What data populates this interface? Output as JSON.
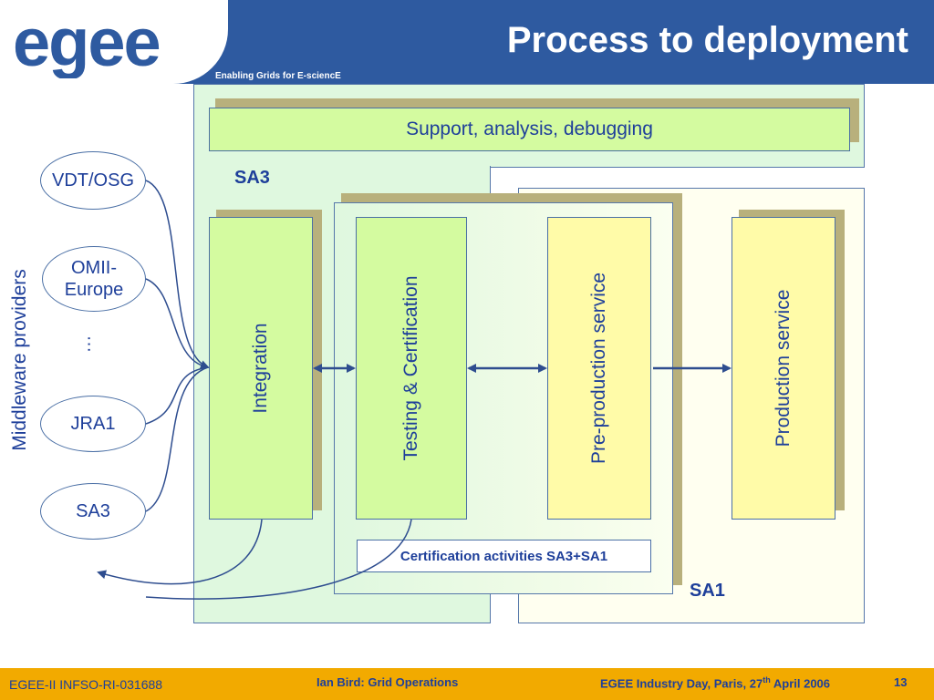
{
  "header": {
    "title": "Process to deployment",
    "tagline": "Enabling Grids for E-sciencE",
    "logo_text": "egee"
  },
  "diagram": {
    "support_box": "Support, analysis, debugging",
    "region_labels": {
      "sa3": "SA3",
      "sa1": "SA1"
    },
    "side_label": "Middleware providers",
    "providers": [
      "VDT/OSG",
      "OMII-Europe",
      "…",
      "JRA1",
      "SA3"
    ],
    "stages": [
      "Integration",
      "Testing & Certification",
      "Pre-production service",
      "Production service"
    ],
    "cert_activities": "Certification activities SA3+SA1"
  },
  "footer": {
    "left": "EGEE-II INFSO-RI-031688",
    "center": "Ian Bird: Grid Operations",
    "right_prefix": "EGEE Industry Day, Paris, 27",
    "right_sup": "th",
    "right_suffix": " April 2006",
    "page": "13"
  },
  "colors": {
    "header_blue": "#2e5aa0",
    "footer_orange": "#f2aa00",
    "panel_green": "#d4fba0",
    "panel_yellow": "#fffba8",
    "text_blue": "#1e3f9a"
  }
}
